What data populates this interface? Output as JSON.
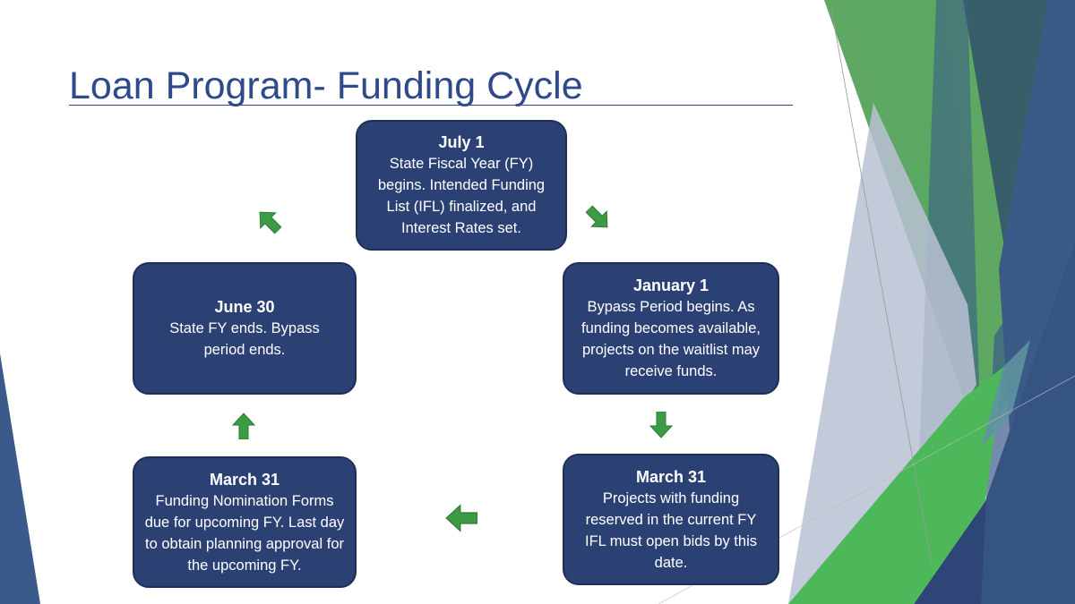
{
  "title": "Loan Program- Funding Cycle",
  "steps": [
    {
      "heading": "July 1",
      "text": "State Fiscal Year (FY) begins. Intended Funding List (IFL) finalized, and Interest Rates set."
    },
    {
      "heading": "January 1",
      "text": "Bypass Period begins. As funding becomes available, projects on the waitlist may receive funds."
    },
    {
      "heading": "March 31",
      "text": "Projects with funding reserved in the current FY IFL must open bids by this date."
    },
    {
      "heading": "March 31",
      "text": "Funding Nomination Forms due for upcoming FY. Last day to obtain planning approval for the upcoming FY."
    },
    {
      "heading": "June 30",
      "text": "State FY ends. Bypass period ends."
    }
  ],
  "colors": {
    "box": "#2B4174",
    "arrow": "#3E9B45",
    "title": "#2E4A8B"
  }
}
